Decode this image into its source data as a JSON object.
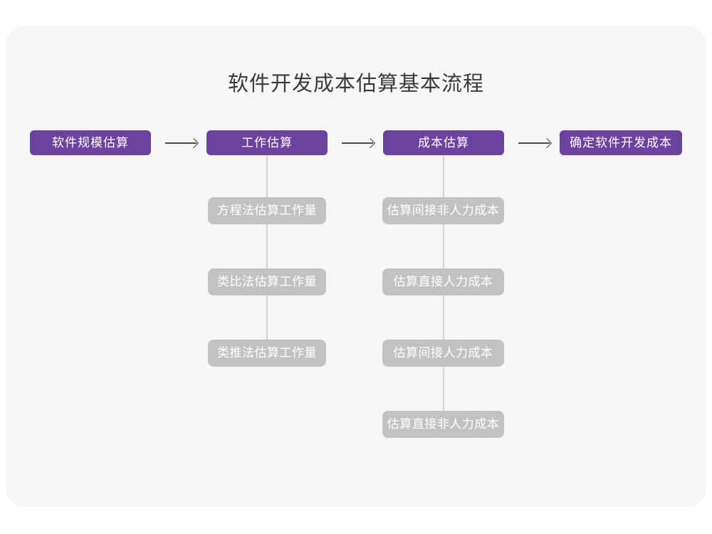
{
  "title": "软件开发成本估算基本流程",
  "colors": {
    "stage_box": "#6C429F",
    "substep_box": "#C2C2C2",
    "card_background": "#F6F6F7",
    "page_background": "#FFFFFF",
    "arrow": "#4B4B4B",
    "connector_line": "#D4D4D4",
    "title_text": "#3B3B3B",
    "box_text": "#FFFFFF"
  },
  "flow": {
    "stages": [
      {
        "label": "软件规模估算",
        "sub_steps": []
      },
      {
        "label": "工作估算",
        "sub_steps": [
          "方程法估算工作量",
          "类比法估算工作量",
          "类推法估算工作量"
        ]
      },
      {
        "label": "成本估算",
        "sub_steps": [
          "估算间接非人力成本",
          "估算直接人力成本",
          "估算间接人力成本",
          "估算直接非人力成本"
        ]
      },
      {
        "label": "确定软件开发成本",
        "sub_steps": []
      }
    ]
  }
}
